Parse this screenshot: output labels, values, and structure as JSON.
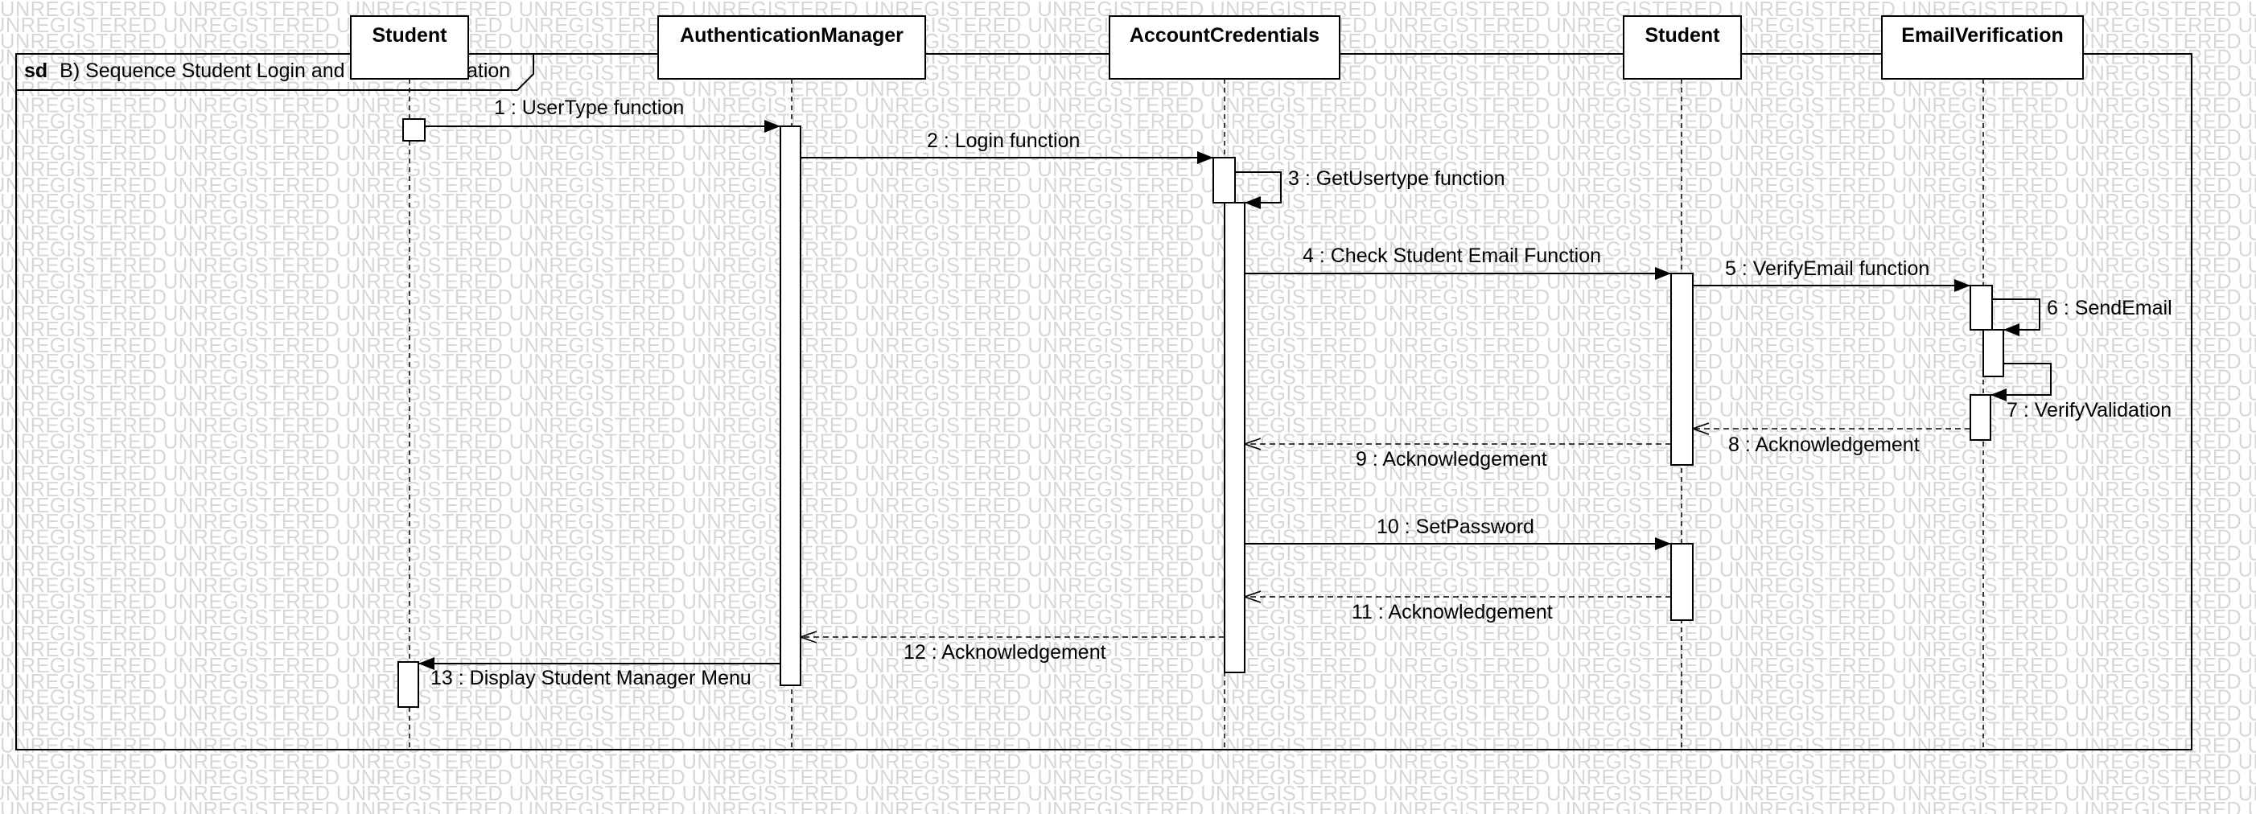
{
  "watermark": "UNREGISTERED",
  "frame": {
    "keyword": "sd",
    "title": "B) Sequence Student Login and",
    "title_hidden_tail": "ation"
  },
  "lifelines": [
    {
      "id": "student1",
      "name": "Student"
    },
    {
      "id": "auth",
      "name": "AuthenticationManager"
    },
    {
      "id": "cred",
      "name": "AccountCredentials"
    },
    {
      "id": "student2",
      "name": "Student"
    },
    {
      "id": "email",
      "name": "EmailVerification"
    }
  ],
  "messages": [
    {
      "id": "m1",
      "label": "1 : UserType function",
      "from": "student1",
      "to": "auth",
      "kind": "sync"
    },
    {
      "id": "m2",
      "label": "2 : Login function",
      "from": "auth",
      "to": "cred",
      "kind": "sync"
    },
    {
      "id": "m3",
      "label": "3 : GetUsertype function",
      "from": "cred",
      "to": "cred",
      "kind": "self"
    },
    {
      "id": "m4",
      "label": "4 : Check Student Email Function",
      "from": "cred",
      "to": "student2",
      "kind": "sync"
    },
    {
      "id": "m5",
      "label": "5 : VerifyEmail function",
      "from": "student2",
      "to": "email",
      "kind": "sync"
    },
    {
      "id": "m6",
      "label": "6 : SendEmail",
      "from": "email",
      "to": "email",
      "kind": "self"
    },
    {
      "id": "m7",
      "label": "7 : VerifyValidation",
      "from": "email",
      "to": "email",
      "kind": "self"
    },
    {
      "id": "m8",
      "label": "8 : Acknowledgement",
      "from": "email",
      "to": "student2",
      "kind": "reply"
    },
    {
      "id": "m9",
      "label": "9 : Acknowledgement",
      "from": "student2",
      "to": "cred",
      "kind": "reply"
    },
    {
      "id": "m10",
      "label": "10 : SetPassword",
      "from": "cred",
      "to": "student2",
      "kind": "sync"
    },
    {
      "id": "m11",
      "label": "11 : Acknowledgement",
      "from": "student2",
      "to": "cred",
      "kind": "reply"
    },
    {
      "id": "m12",
      "label": "12 : Acknowledgement",
      "from": "cred",
      "to": "auth",
      "kind": "reply"
    },
    {
      "id": "m13",
      "label": "13 : Display Student Manager Menu",
      "from": "auth",
      "to": "student1",
      "kind": "sync"
    }
  ]
}
